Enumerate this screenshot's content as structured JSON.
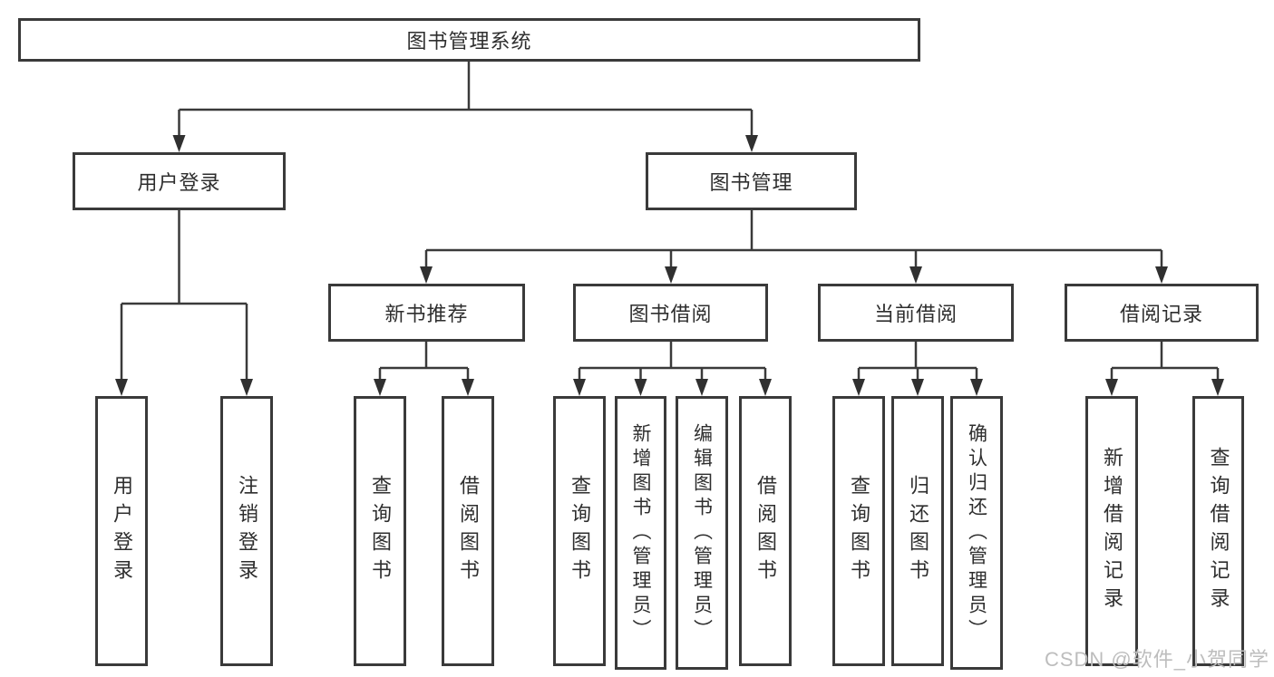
{
  "tree": {
    "root": "图书管理系统",
    "children": [
      {
        "label": "用户登录",
        "children": [
          "用户登录",
          "注销登录"
        ]
      },
      {
        "label": "图书管理",
        "children": [
          {
            "label": "新书推荐",
            "children": [
              "查询图书",
              "借阅图书"
            ]
          },
          {
            "label": "图书借阅",
            "children": [
              "查询图书",
              "新增图书（管理员）",
              "编辑图书（管理员）",
              "借阅图书"
            ]
          },
          {
            "label": "当前借阅",
            "children": [
              "查询图书",
              "归还图书",
              "确认归还（管理员）"
            ]
          },
          {
            "label": "借阅记录",
            "children": [
              "新增借阅记录",
              "查询借阅记录"
            ]
          }
        ]
      }
    ]
  },
  "watermark": {
    "text": "CSDN @软件_小贺同学",
    "color": "#bdbdbd"
  },
  "colors": {
    "line": "#3a3a3a",
    "box_border": "#3a3a3a",
    "text": "#2e2e2e",
    "background": "#ffffff"
  }
}
